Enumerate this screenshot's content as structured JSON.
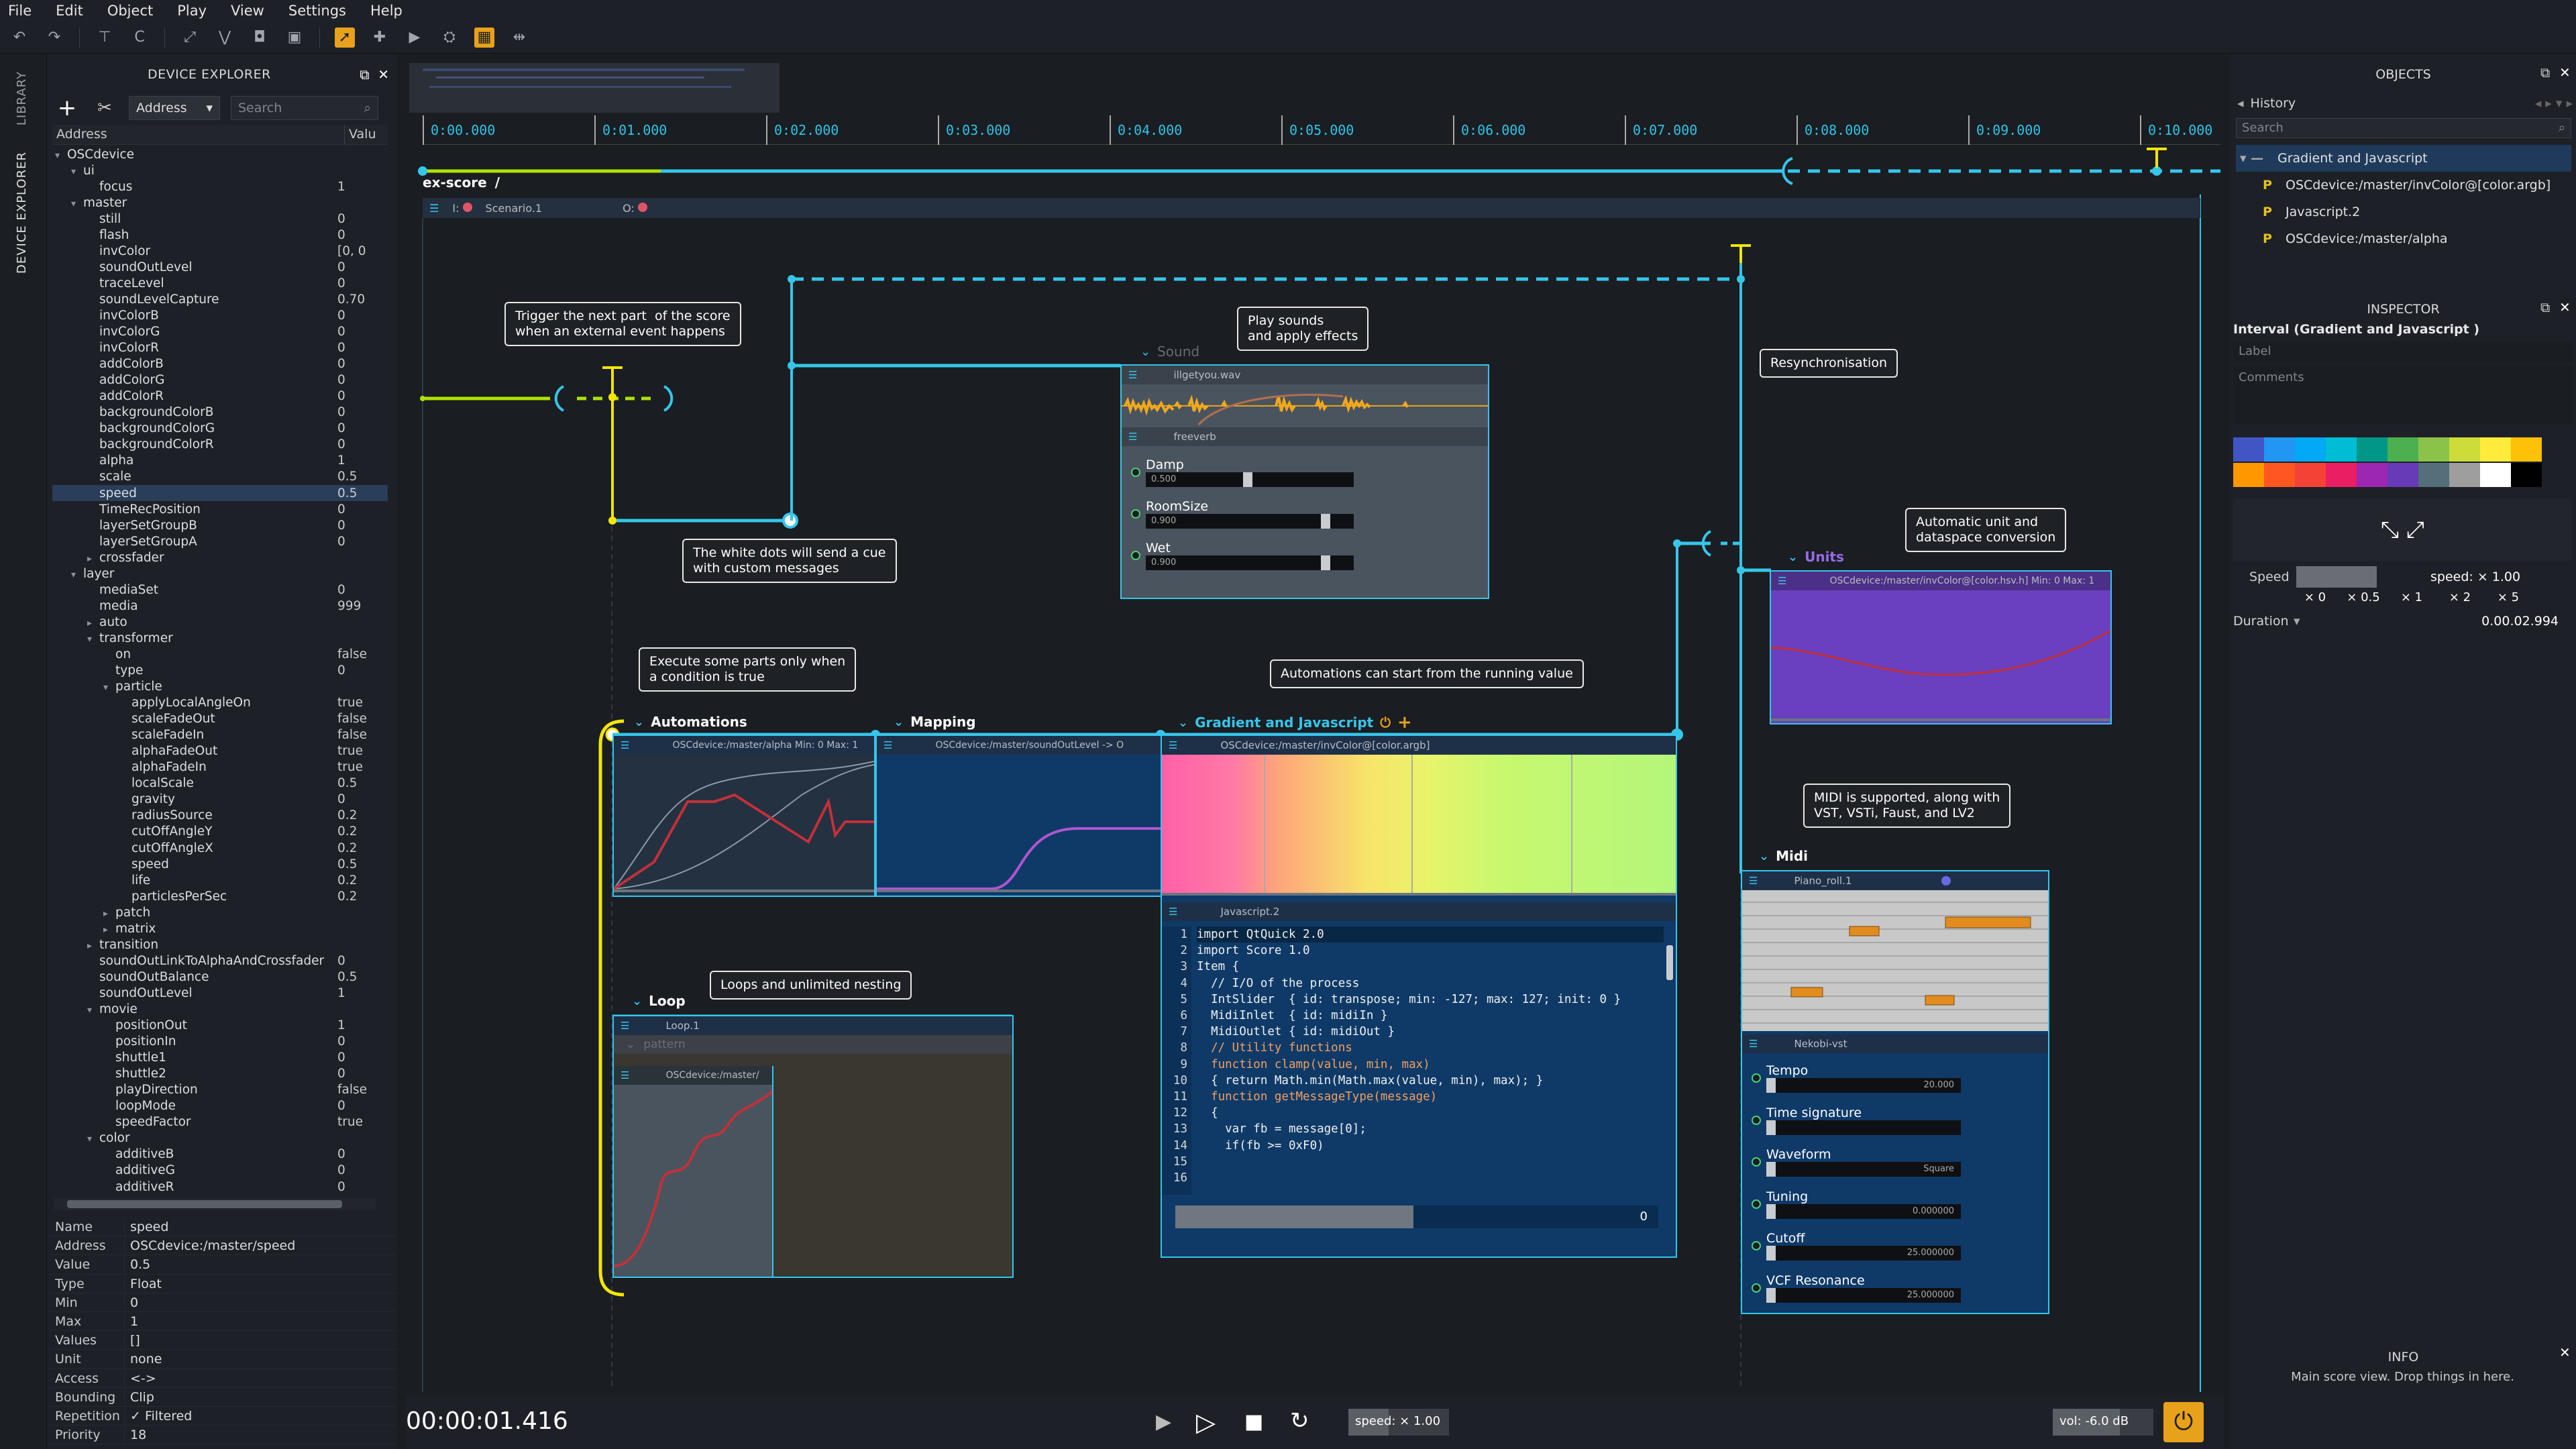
{
  "menu": [
    "File",
    "Edit",
    "Object",
    "Play",
    "View",
    "Settings",
    "Help"
  ],
  "vtabs": {
    "library": "LIBRARY",
    "device_explorer": "DEVICE EXPLORER"
  },
  "device_explorer": {
    "title": "DEVICE EXPLORER",
    "select_value": "Address",
    "search_placeholder": "Search",
    "col_address": "Address",
    "col_value": "Valu",
    "rows": [
      {
        "indent": 0,
        "arrow": "▾",
        "name": "OSCdevice",
        "value": ""
      },
      {
        "indent": 1,
        "arrow": "▾",
        "name": "ui",
        "value": ""
      },
      {
        "indent": 2,
        "arrow": "",
        "name": "focus",
        "value": "1"
      },
      {
        "indent": 1,
        "arrow": "▾",
        "name": "master",
        "value": ""
      },
      {
        "indent": 2,
        "arrow": "",
        "name": "still",
        "value": "0"
      },
      {
        "indent": 2,
        "arrow": "",
        "name": "flash",
        "value": "0"
      },
      {
        "indent": 2,
        "arrow": "",
        "name": "invColor",
        "value": "[0, 0"
      },
      {
        "indent": 2,
        "arrow": "",
        "name": "soundOutLevel",
        "value": "0"
      },
      {
        "indent": 2,
        "arrow": "",
        "name": "traceLevel",
        "value": "0"
      },
      {
        "indent": 2,
        "arrow": "",
        "name": "soundLevelCapture",
        "value": "0.70"
      },
      {
        "indent": 2,
        "arrow": "",
        "name": "invColorB",
        "value": "0"
      },
      {
        "indent": 2,
        "arrow": "",
        "name": "invColorG",
        "value": "0"
      },
      {
        "indent": 2,
        "arrow": "",
        "name": "invColorR",
        "value": "0"
      },
      {
        "indent": 2,
        "arrow": "",
        "name": "addColorB",
        "value": "0"
      },
      {
        "indent": 2,
        "arrow": "",
        "name": "addColorG",
        "value": "0"
      },
      {
        "indent": 2,
        "arrow": "",
        "name": "addColorR",
        "value": "0"
      },
      {
        "indent": 2,
        "arrow": "",
        "name": "backgroundColorB",
        "value": "0"
      },
      {
        "indent": 2,
        "arrow": "",
        "name": "backgroundColorG",
        "value": "0"
      },
      {
        "indent": 2,
        "arrow": "",
        "name": "backgroundColorR",
        "value": "0"
      },
      {
        "indent": 2,
        "arrow": "",
        "name": "alpha",
        "value": "1"
      },
      {
        "indent": 2,
        "arrow": "",
        "name": "scale",
        "value": "0.5"
      },
      {
        "indent": 2,
        "arrow": "",
        "name": "speed",
        "value": "0.5",
        "selected": true
      },
      {
        "indent": 2,
        "arrow": "",
        "name": "TimeRecPosition",
        "value": "0"
      },
      {
        "indent": 2,
        "arrow": "",
        "name": "layerSetGroupB",
        "value": "0"
      },
      {
        "indent": 2,
        "arrow": "",
        "name": "layerSetGroupA",
        "value": "0"
      },
      {
        "indent": 2,
        "arrow": "▸",
        "name": "crossfader",
        "value": ""
      },
      {
        "indent": 1,
        "arrow": "▾",
        "name": "layer",
        "value": ""
      },
      {
        "indent": 2,
        "arrow": "",
        "name": "mediaSet",
        "value": "0"
      },
      {
        "indent": 2,
        "arrow": "",
        "name": "media",
        "value": "999"
      },
      {
        "indent": 2,
        "arrow": "▸",
        "name": "auto",
        "value": ""
      },
      {
        "indent": 2,
        "arrow": "▾",
        "name": "transformer",
        "value": ""
      },
      {
        "indent": 3,
        "arrow": "",
        "name": "on",
        "value": "false"
      },
      {
        "indent": 3,
        "arrow": "",
        "name": "type",
        "value": "0"
      },
      {
        "indent": 3,
        "arrow": "▾",
        "name": "particle",
        "value": ""
      },
      {
        "indent": 4,
        "arrow": "",
        "name": "applyLocalAngleOn",
        "value": "true"
      },
      {
        "indent": 4,
        "arrow": "",
        "name": "scaleFadeOut",
        "value": "false"
      },
      {
        "indent": 4,
        "arrow": "",
        "name": "scaleFadeIn",
        "value": "false"
      },
      {
        "indent": 4,
        "arrow": "",
        "name": "alphaFadeOut",
        "value": "true"
      },
      {
        "indent": 4,
        "arrow": "",
        "name": "alphaFadeIn",
        "value": "true"
      },
      {
        "indent": 4,
        "arrow": "",
        "name": "localScale",
        "value": "0.5"
      },
      {
        "indent": 4,
        "arrow": "",
        "name": "gravity",
        "value": "0"
      },
      {
        "indent": 4,
        "arrow": "",
        "name": "radiusSource",
        "value": "0.2"
      },
      {
        "indent": 4,
        "arrow": "",
        "name": "cutOffAngleY",
        "value": "0.2"
      },
      {
        "indent": 4,
        "arrow": "",
        "name": "cutOffAngleX",
        "value": "0.2"
      },
      {
        "indent": 4,
        "arrow": "",
        "name": "speed",
        "value": "0.5"
      },
      {
        "indent": 4,
        "arrow": "",
        "name": "life",
        "value": "0.2"
      },
      {
        "indent": 4,
        "arrow": "",
        "name": "particlesPerSec",
        "value": "0.2"
      },
      {
        "indent": 3,
        "arrow": "▸",
        "name": "patch",
        "value": ""
      },
      {
        "indent": 3,
        "arrow": "▸",
        "name": "matrix",
        "value": ""
      },
      {
        "indent": 2,
        "arrow": "▸",
        "name": "transition",
        "value": ""
      },
      {
        "indent": 2,
        "arrow": "",
        "name": "soundOutLinkToAlphaAndCrossfader",
        "value": "0"
      },
      {
        "indent": 2,
        "arrow": "",
        "name": "soundOutBalance",
        "value": "0.5"
      },
      {
        "indent": 2,
        "arrow": "",
        "name": "soundOutLevel",
        "value": "1"
      },
      {
        "indent": 2,
        "arrow": "▾",
        "name": "movie",
        "value": ""
      },
      {
        "indent": 3,
        "arrow": "",
        "name": "positionOut",
        "value": "1"
      },
      {
        "indent": 3,
        "arrow": "",
        "name": "positionIn",
        "value": "0"
      },
      {
        "indent": 3,
        "arrow": "",
        "name": "shuttle1",
        "value": "0"
      },
      {
        "indent": 3,
        "arrow": "",
        "name": "shuttle2",
        "value": "0"
      },
      {
        "indent": 3,
        "arrow": "",
        "name": "playDirection",
        "value": "false"
      },
      {
        "indent": 3,
        "arrow": "",
        "name": "loopMode",
        "value": "0"
      },
      {
        "indent": 3,
        "arrow": "",
        "name": "speedFactor",
        "value": "true"
      },
      {
        "indent": 2,
        "arrow": "▾",
        "name": "color",
        "value": ""
      },
      {
        "indent": 3,
        "arrow": "",
        "name": "additiveB",
        "value": "0"
      },
      {
        "indent": 3,
        "arrow": "",
        "name": "additiveG",
        "value": "0"
      },
      {
        "indent": 3,
        "arrow": "",
        "name": "additiveR",
        "value": "0"
      }
    ],
    "properties": [
      {
        "k": "Name",
        "v": "speed"
      },
      {
        "k": "Address",
        "v": "OSCdevice:/master/speed"
      },
      {
        "k": "Value",
        "v": "0.5"
      },
      {
        "k": "Type",
        "v": "Float"
      },
      {
        "k": "Min",
        "v": "0"
      },
      {
        "k": "Max",
        "v": "1"
      },
      {
        "k": "Values",
        "v": "[]"
      },
      {
        "k": "Unit",
        "v": "none"
      },
      {
        "k": "Access",
        "v": "<->"
      },
      {
        "k": "Bounding",
        "v": "Clip"
      },
      {
        "k": "Repetition",
        "v": "✓ Filtered"
      },
      {
        "k": "Priority",
        "v": "18"
      }
    ]
  },
  "timeline": {
    "ticks": [
      "0:00.000",
      "0:01.000",
      "0:02.000",
      "0:03.000",
      "0:04.000",
      "0:05.000",
      "0:06.000",
      "0:07.000",
      "0:08.000",
      "0:09.000",
      "0:10.000"
    ],
    "scenario_name": "ex-score",
    "scenario_separator": "/",
    "scenario_process": "Scenario.1"
  },
  "callouts": {
    "trigger": "Trigger the next part  of the score\nwhen an external event happens",
    "white_dots": "The white dots will send a cue\nwith custom messages",
    "condition": "Execute some parts only when\na condition is true",
    "play_sounds": "Play sounds\nand apply effects",
    "automations_running": "Automations can start from the running value",
    "resync": "Resynchronisation",
    "units": "Automatic unit and\ndataspace conversion",
    "midi": "MIDI is supported, along with\nVST, VSTi, Faust, and LV2",
    "loops": "Loops and unlimited nesting"
  },
  "sound_box": {
    "title": "Sound",
    "file": "illgetyou.wav",
    "effect": "freeverb",
    "params": [
      {
        "label": "Damp",
        "value": "0.500",
        "fraction": 0.5
      },
      {
        "label": "RoomSize",
        "value": "0.900",
        "fraction": 0.9
      },
      {
        "label": "Wet",
        "value": "0.900",
        "fraction": 0.9
      }
    ]
  },
  "automations_box": {
    "title": "Automations",
    "address": "OSCdevice:/master/alpha  Min: 0  Max: 1"
  },
  "mapping_box": {
    "title": "Mapping",
    "address": "OSCdevice:/master/soundOutLevel -> O"
  },
  "gradient_box": {
    "title": "Gradient and Javascript",
    "address": "OSCdevice:/master/invColor@[color.argb]",
    "js_name": "Javascript.2",
    "code": [
      "import QtQuick 2.0",
      "import Score 1.0",
      "Item {",
      "  // I/O of the process",
      "  IntSlider  { id: transpose; min: -127; max: 127; init: 0 }",
      "  MidiInlet  { id: midiIn }",
      "  MidiOutlet { id: midiOut }",
      "",
      "  // Utility functions",
      "  function clamp(value, min, max)",
      "  { return Math.min(Math.max(value, min), max); }",
      "",
      "  function getMessageType(message)",
      "  {",
      "    var fb = message[0];",
      "    if(fb >= 0xF0)"
    ],
    "progress_value": "0"
  },
  "units_box": {
    "title": "Units",
    "address": "OSCdevice:/master/invColor@[color.hsv.h]  Min: 0  Max: 1"
  },
  "midi_box": {
    "title": "Midi",
    "piano_roll": "Piano_roll.1",
    "vst": "Nekobi-vst",
    "params": [
      {
        "label": "Tempo",
        "value": "20.000"
      },
      {
        "label": "Time signature",
        "value": ""
      },
      {
        "label": "Waveform",
        "value": "Square"
      },
      {
        "label": "Tuning",
        "value": "0.000000"
      },
      {
        "label": "Cutoff",
        "value": "25.000000"
      },
      {
        "label": "VCF Resonance",
        "value": "25.000000"
      }
    ]
  },
  "loop_box": {
    "title": "Loop",
    "process": "Loop.1",
    "pattern": "pattern",
    "address": "OSCdevice:/master/"
  },
  "transport": {
    "time": "00:00:01.416",
    "speed": "speed: × 1.00",
    "vol": "vol: -6.0 dB"
  },
  "objects": {
    "title": "OBJECTS",
    "history": "History",
    "search_placeholder": "Search",
    "items": [
      {
        "label": "Gradient and Javascript",
        "root": true
      },
      {
        "label": "OSCdevice:/master/invColor@[color.argb]"
      },
      {
        "label": "Javascript.2"
      },
      {
        "label": "OSCdevice:/master/alpha"
      }
    ]
  },
  "inspector": {
    "title": "INSPECTOR",
    "heading": "Interval (Gradient and Javascript )",
    "label_placeholder": "Label",
    "comments_placeholder": "Comments",
    "speed_label": "Speed",
    "speed_value": "speed: × 1.00",
    "speed_buttons": [
      "× 0",
      "× 0.5",
      "× 1",
      "× 2",
      "× 5"
    ],
    "duration_label": "Duration",
    "duration_value": "0.00.02.994",
    "palette_row1": [
      "#4156c4",
      "#2196f3",
      "#03a9f4",
      "#00bcd4",
      "#009688",
      "#4caf50",
      "#8bc34a",
      "#cddc39",
      "#ffeb3b",
      "#ffc107"
    ],
    "palette_row2": [
      "#ff9800",
      "#ff5722",
      "#f44336",
      "#e91e63",
      "#9c27b0",
      "#673ab7",
      "#546e7a",
      "#9e9e9e",
      "#ffffff",
      "#000000"
    ]
  },
  "info": {
    "title": "INFO",
    "text": "Main score view. Drop things in here."
  },
  "colors": {
    "accent": "#35c6ea",
    "yellow": "#f2e600",
    "orange": "#e8a11a"
  }
}
